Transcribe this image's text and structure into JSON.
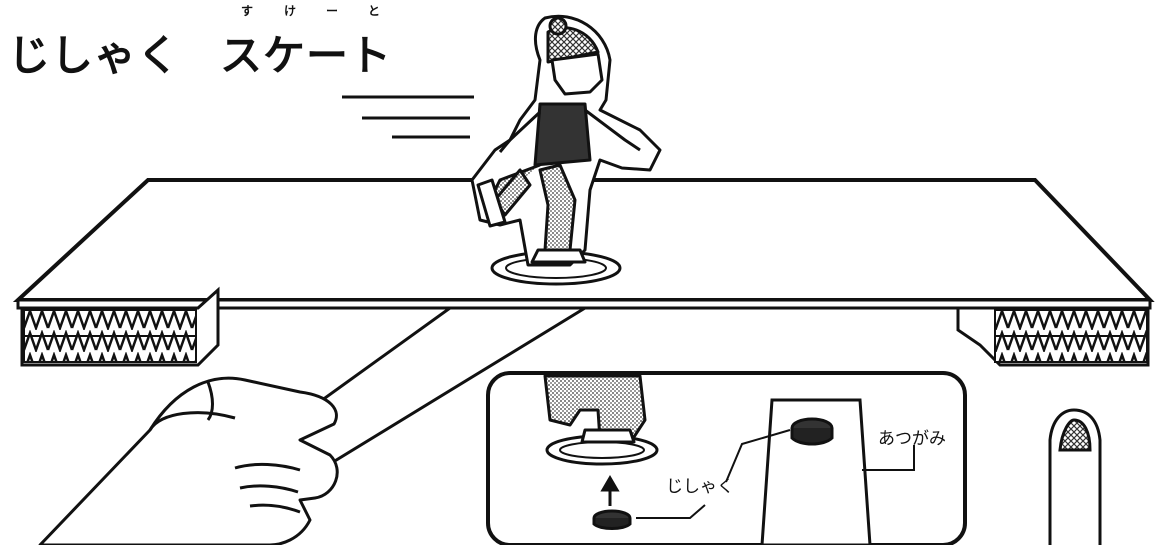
{
  "title": {
    "main": "じしゃく",
    "sub": "スケート",
    "ruby": [
      "す",
      "け",
      "ー",
      "と"
    ]
  },
  "inset": {
    "magnet_label": "じしゃく",
    "cardboard_label": "あつがみ"
  },
  "colors": {
    "ink": "#111111",
    "paper": "#ffffff",
    "shade": "#cfcfcf"
  }
}
